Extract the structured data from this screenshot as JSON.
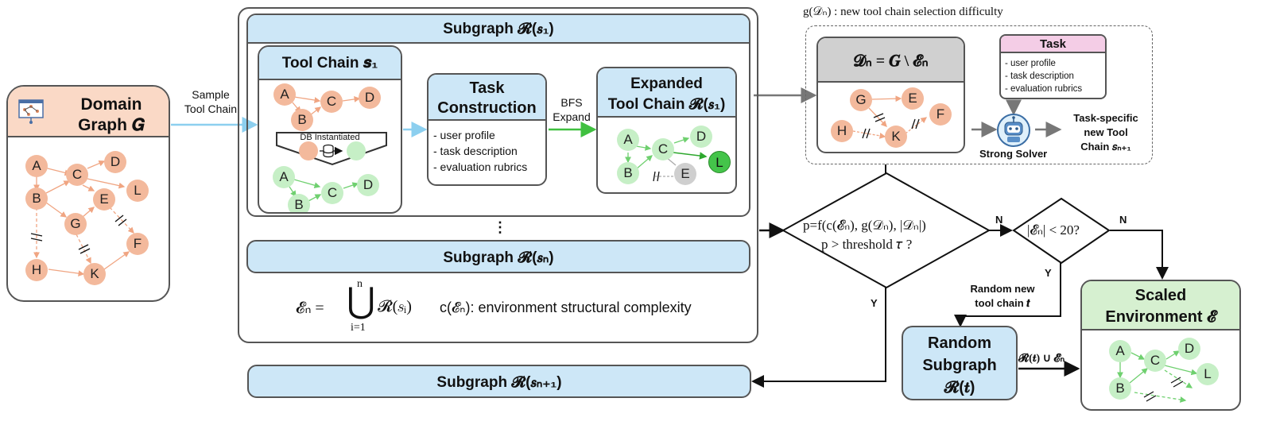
{
  "colors": {
    "salmon_node": "#f3b99c",
    "green_node": "#c6efc6",
    "dark_green_node": "#44c44a",
    "light_blue_header": "#cde7f7",
    "salmon_header": "#fad9c6",
    "green_header": "#d6f0d0",
    "pink_header": "#f4cde6",
    "grey_header": "#d0d0d0",
    "blue_arrow": "#8ccfef",
    "green_arrow": "#40c040"
  },
  "domain_graph": {
    "title": "Domain Graph 𝑮",
    "icon": "network-graph-icon",
    "nodes": [
      "A",
      "B",
      "C",
      "D",
      "E",
      "G",
      "L",
      "F",
      "H",
      "K"
    ]
  },
  "sample_label": "Sample\nTool Chain",
  "subgraph_s1": {
    "title": "Subgraph 𝓡(𝒔₁)",
    "tool_chain": {
      "title": "Tool Chain 𝒔₁",
      "nodes": [
        "A",
        "B",
        "C",
        "D"
      ],
      "db_label": "DB Instantiated",
      "green_nodes": [
        "A",
        "B",
        "C",
        "D"
      ]
    },
    "task_construction": {
      "title": "Task\nConstruction",
      "items": [
        "- user profile",
        "- task description",
        "- evaluation rubrics"
      ]
    },
    "bfs_label": "BFS\nExpand",
    "expanded": {
      "title": "Expanded\nTool Chain 𝓡(𝒔₁)",
      "nodes": [
        "A",
        "C",
        "D",
        "B",
        "L",
        "E"
      ]
    }
  },
  "ellipsis": "⋮",
  "subgraph_sn": {
    "title": "Subgraph 𝓡(𝒔ₙ)"
  },
  "formula": {
    "lhs": "𝓔ₙ =",
    "union_top": "n",
    "union_symbol": "⋃",
    "union_bottom": "i=1",
    "term": "𝓡(𝑠ᵢ)",
    "complexity": "c(𝓔ₙ): environment structural complexity"
  },
  "subgraph_sn1": {
    "title": "Subgraph 𝓡(𝒔ₙ₊₁)"
  },
  "difficulty": {
    "label": "g(𝒟ₙ) :  new tool chain selection difficulty",
    "dn_title": "𝓓ₙ = 𝑮 \\ 𝓔ₙ",
    "nodes": [
      "G",
      "E",
      "F",
      "H",
      "K"
    ],
    "task_title": "Task",
    "task_items": [
      "- user profile",
      "- task description",
      "- evaluation rubrics"
    ],
    "solver_label": "Strong Solver",
    "solver_icon": "robot-icon",
    "output_label": "Task-specific\nnew Tool\nChain 𝑠ₙ₊₁"
  },
  "decision": {
    "line1": "p=f(c(𝓔ₙ), g(𝒟ₙ), |𝒟ₙ|)",
    "line2": "p > threshold 𝜏 ?",
    "yes": "Y",
    "no": "N"
  },
  "size_check": {
    "text": "|𝓔ₙ| < 20?",
    "yes": "Y",
    "no": "N"
  },
  "random_new_label": "Random new\ntool chain 𝒕",
  "random_subgraph": {
    "title": "Random\nSubgraph\n𝓡(𝒕)"
  },
  "union_label": "𝓡(𝒕) ∪ 𝓔ₙ",
  "scaled_env": {
    "title": "Scaled\nEnvironment 𝓔",
    "nodes": [
      "A",
      "D",
      "C",
      "L",
      "B"
    ]
  }
}
